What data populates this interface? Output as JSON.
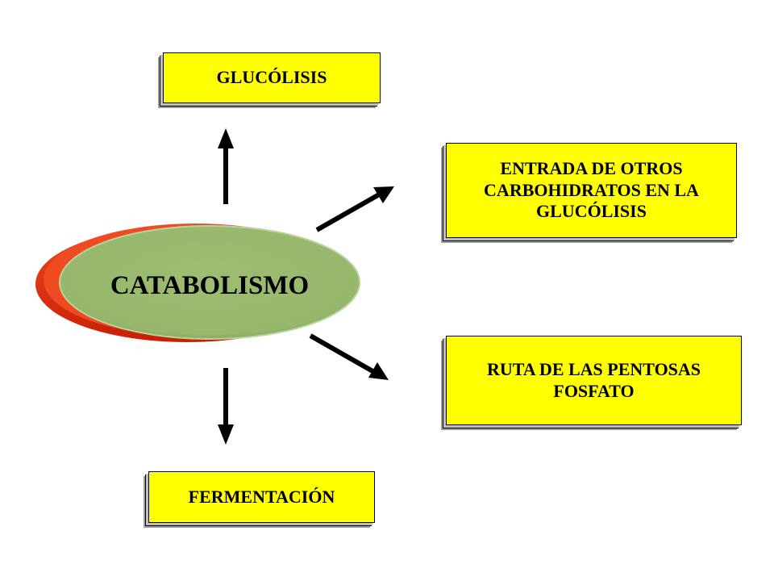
{
  "center": {
    "label": "CATABOLISMO"
  },
  "boxes": {
    "top": "GLUCÓLISIS",
    "upper_right": "ENTRADA DE OTROS CARBOHIDRATOS EN LA GLUCÓLISIS",
    "lower_right": "RUTA DE LAS PENTOSAS FOSFATO",
    "bottom": "FERMENTACIÓN"
  },
  "colors": {
    "box_fill": "#ffff00",
    "ellipse_fill": "#9bbb70",
    "ellipse_back": "#e8330f",
    "arrow": "#000000"
  }
}
